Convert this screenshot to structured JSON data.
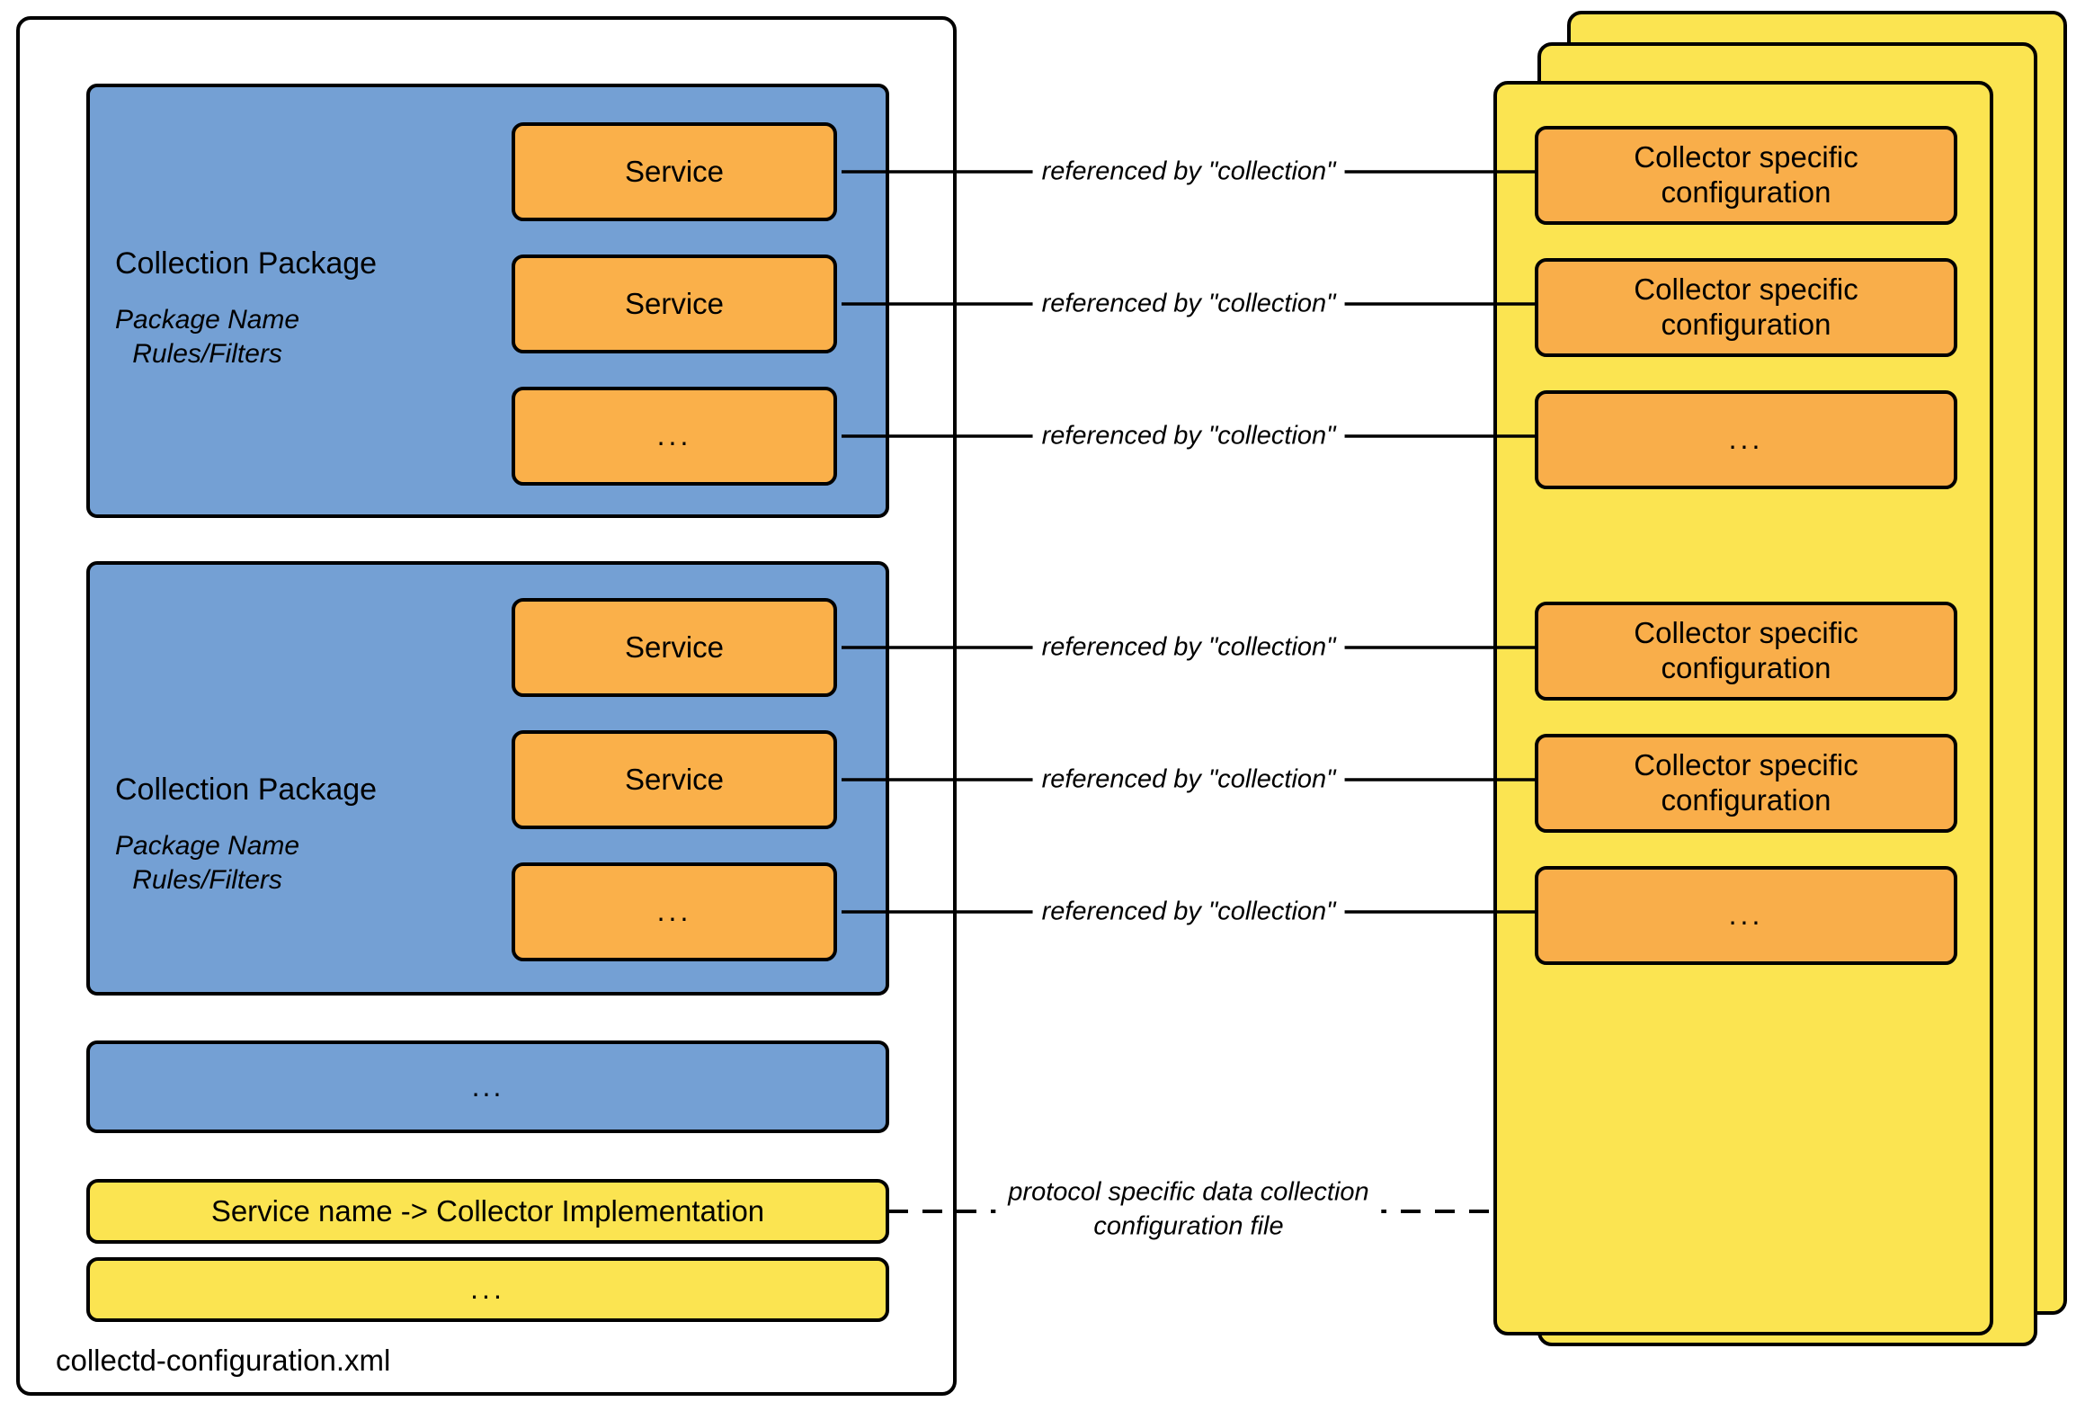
{
  "diagram": {
    "title": "collectd-configuration.xml",
    "colors": {
      "package_blue": "#74A0D4",
      "service_orange": "#FAB04A",
      "config_yellow": "#FBE451",
      "outline_black": "#000000",
      "canvas_white": "#FFFFFF"
    }
  },
  "xml_file": {
    "caption": "collectd-configuration.xml",
    "packages": [
      {
        "title": "Collection Package",
        "subtitle": "Package Name\nRules/Filters",
        "services": [
          {
            "label": "Service"
          },
          {
            "label": "Service"
          },
          {
            "label": "..."
          }
        ]
      },
      {
        "title": "Collection Package",
        "subtitle": "Package Name\nRules/Filters",
        "services": [
          {
            "label": "Service"
          },
          {
            "label": "Service"
          },
          {
            "label": "..."
          }
        ]
      }
    ],
    "package_ellipsis": {
      "label": "..."
    },
    "mappings": [
      {
        "label": "Service name -> Collector Implementation"
      },
      {
        "label": "..."
      }
    ]
  },
  "collector_config_files": {
    "stack_count": 3,
    "entries": [
      {
        "label": "Collector specific\nconfiguration"
      },
      {
        "label": "Collector specific\nconfiguration"
      },
      {
        "label": "..."
      },
      {
        "label": "Collector specific\nconfiguration"
      },
      {
        "label": "Collector specific\nconfiguration"
      },
      {
        "label": "..."
      }
    ]
  },
  "connectors": {
    "reference_label": "referenced by \"collection\"",
    "reference_labels": [
      "referenced by \"collection\"",
      "referenced by \"collection\"",
      "referenced by \"collection\"",
      "referenced by \"collection\"",
      "referenced by \"collection\"",
      "referenced by \"collection\""
    ],
    "protocol_label": "protocol specific data collection\nconfiguration file"
  }
}
